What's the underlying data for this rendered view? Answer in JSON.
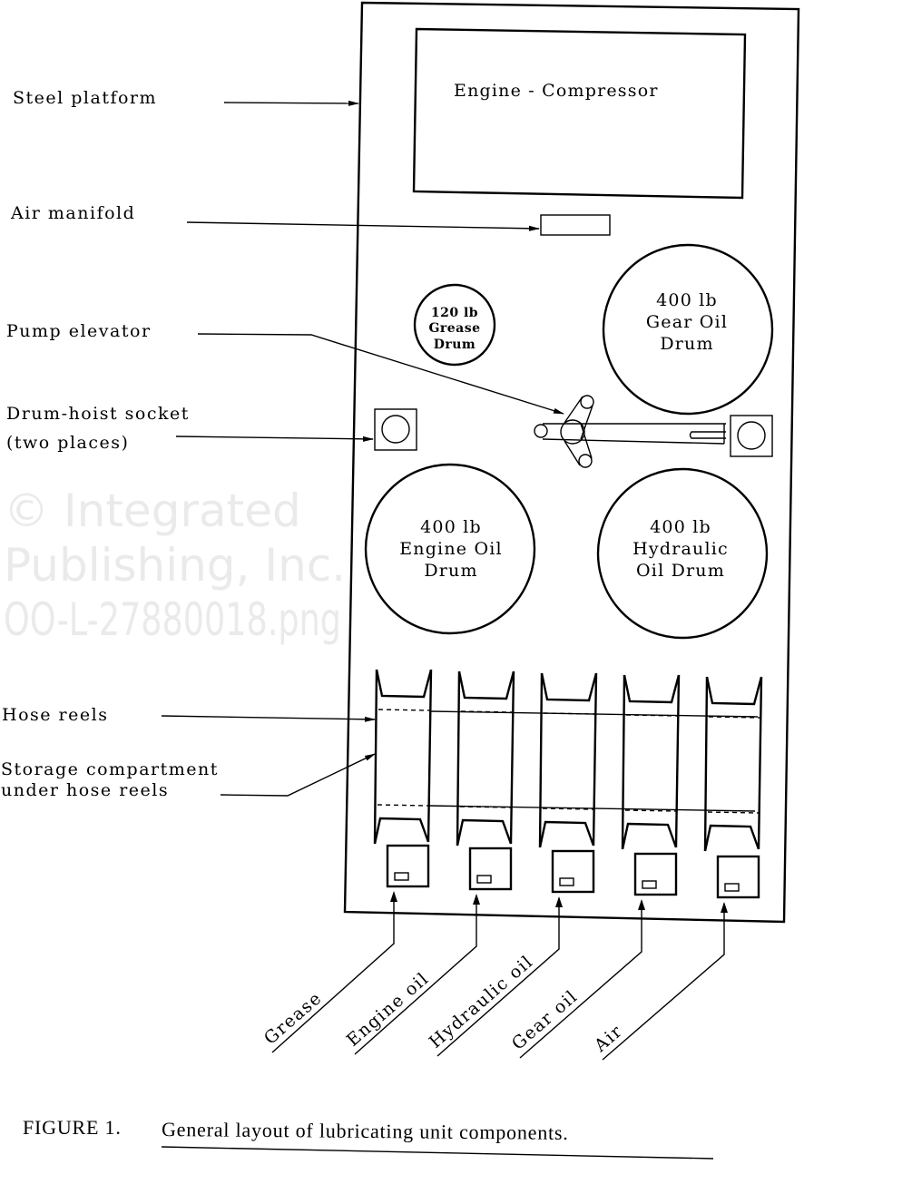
{
  "diagram": {
    "callouts": {
      "steel_platform": "Steel platform",
      "air_manifold": "Air manifold",
      "pump_elevator": "Pump elevator",
      "drum_hoist_line1": "Drum-hoist socket",
      "drum_hoist_line2": "(two places)",
      "hose_reels": "Hose reels",
      "storage_line1": "Storage compartment",
      "storage_line2": "under hose reels"
    },
    "components": {
      "engine_compressor": "Engine - Compressor",
      "grease_drum": [
        "120 lb",
        "Grease",
        "Drum"
      ],
      "gear_oil_drum": [
        "400 lb",
        "Gear Oil",
        "Drum"
      ],
      "engine_oil_drum": [
        "400 lb",
        "Engine Oil",
        "Drum"
      ],
      "hydraulic_oil_drum": [
        "400 lb",
        "Hydraulic",
        "Oil Drum"
      ]
    },
    "hose_outlets": [
      "Grease",
      "Engine oil",
      "Hydraulic oil",
      "Gear oil",
      "Air"
    ],
    "reel_count": 5
  },
  "caption": {
    "figure_number": "FIGURE 1.",
    "title": "General layout of lubricating unit components."
  },
  "watermark": {
    "line1": "© Integrated",
    "line2": "Publishing, Inc.",
    "line3": "OO-L-27880018.png"
  },
  "colors": {
    "ink": "#000000",
    "paper": "#ffffff",
    "watermark": "#d8d8d8"
  }
}
